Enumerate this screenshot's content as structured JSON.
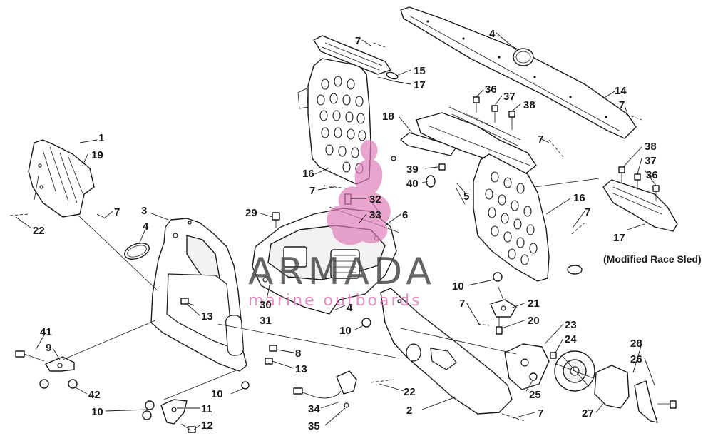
{
  "diagram": {
    "callouts": [
      {
        "id": "c1",
        "text": "1"
      },
      {
        "id": "c19",
        "text": "19"
      },
      {
        "id": "c22a",
        "text": "22"
      },
      {
        "id": "c7a",
        "text": "7"
      },
      {
        "id": "c3",
        "text": "3"
      },
      {
        "id": "c4a",
        "text": "4"
      },
      {
        "id": "c13a",
        "text": "13"
      },
      {
        "id": "c41",
        "text": "41"
      },
      {
        "id": "c9",
        "text": "9"
      },
      {
        "id": "c42",
        "text": "42"
      },
      {
        "id": "c10a",
        "text": "10"
      },
      {
        "id": "c11",
        "text": "11"
      },
      {
        "id": "c12",
        "text": "12"
      },
      {
        "id": "c10b",
        "text": "10"
      },
      {
        "id": "c8",
        "text": "8"
      },
      {
        "id": "c13b",
        "text": "13"
      },
      {
        "id": "c29",
        "text": "29"
      },
      {
        "id": "c30",
        "text": "30"
      },
      {
        "id": "c31",
        "text": "31"
      },
      {
        "id": "c4b",
        "text": "4"
      },
      {
        "id": "c32",
        "text": "32"
      },
      {
        "id": "c33",
        "text": "33"
      },
      {
        "id": "c6",
        "text": "6"
      },
      {
        "id": "c16a",
        "text": "16"
      },
      {
        "id": "c7b",
        "text": "7"
      },
      {
        "id": "c7c",
        "text": "7"
      },
      {
        "id": "c15",
        "text": "15"
      },
      {
        "id": "c17a",
        "text": "17"
      },
      {
        "id": "c4c",
        "text": "4"
      },
      {
        "id": "c36a",
        "text": "36"
      },
      {
        "id": "c37a",
        "text": "37"
      },
      {
        "id": "c38a",
        "text": "38"
      },
      {
        "id": "c18",
        "text": "18"
      },
      {
        "id": "c39",
        "text": "39"
      },
      {
        "id": "c40",
        "text": "40"
      },
      {
        "id": "c5",
        "text": "5"
      },
      {
        "id": "c7d",
        "text": "7"
      },
      {
        "id": "c14",
        "text": "14"
      },
      {
        "id": "c7e",
        "text": "7"
      },
      {
        "id": "c38b",
        "text": "38"
      },
      {
        "id": "c37b",
        "text": "37"
      },
      {
        "id": "c36b",
        "text": "36"
      },
      {
        "id": "c17b",
        "text": "17"
      },
      {
        "id": "c16b",
        "text": "16"
      },
      {
        "id": "c7f",
        "text": "7"
      },
      {
        "id": "c10c",
        "text": "10"
      },
      {
        "id": "c7g",
        "text": "7"
      },
      {
        "id": "c21",
        "text": "21"
      },
      {
        "id": "c20",
        "text": "20"
      },
      {
        "id": "c10d",
        "text": "10"
      },
      {
        "id": "c23",
        "text": "23"
      },
      {
        "id": "c24",
        "text": "24"
      },
      {
        "id": "c22b",
        "text": "22"
      },
      {
        "id": "c2",
        "text": "2"
      },
      {
        "id": "c25",
        "text": "25"
      },
      {
        "id": "c34",
        "text": "34"
      },
      {
        "id": "c35",
        "text": "35"
      },
      {
        "id": "c7h",
        "text": "7"
      },
      {
        "id": "c28",
        "text": "28"
      },
      {
        "id": "c26",
        "text": "26"
      },
      {
        "id": "c27",
        "text": "27"
      }
    ],
    "note": "(Modified Race Sled)"
  },
  "watermark": {
    "name": "ARMADA",
    "tagline": "marine outboards",
    "color_dark": "#4a4a4a",
    "color_pink": "#e07ab8"
  },
  "colors": {
    "ink": "#1a1a1a",
    "paper": "#ffffff"
  }
}
